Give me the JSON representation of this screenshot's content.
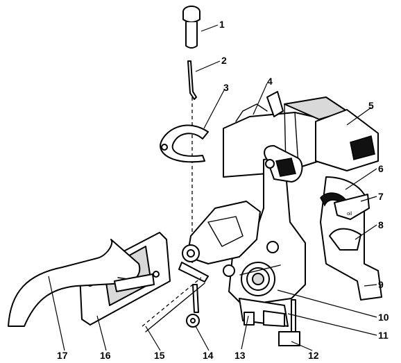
{
  "callouts": [
    "1",
    "2",
    "3",
    "4",
    "5",
    "6",
    "7",
    "8",
    "9",
    "10",
    "11",
    "12",
    "13",
    "14",
    "15",
    "16",
    "17"
  ],
  "part_text": {
    "oil_label": "oil"
  },
  "colors": {
    "ink": "#000000",
    "paper": "#ffffff",
    "shade": "#d9d9d9"
  }
}
